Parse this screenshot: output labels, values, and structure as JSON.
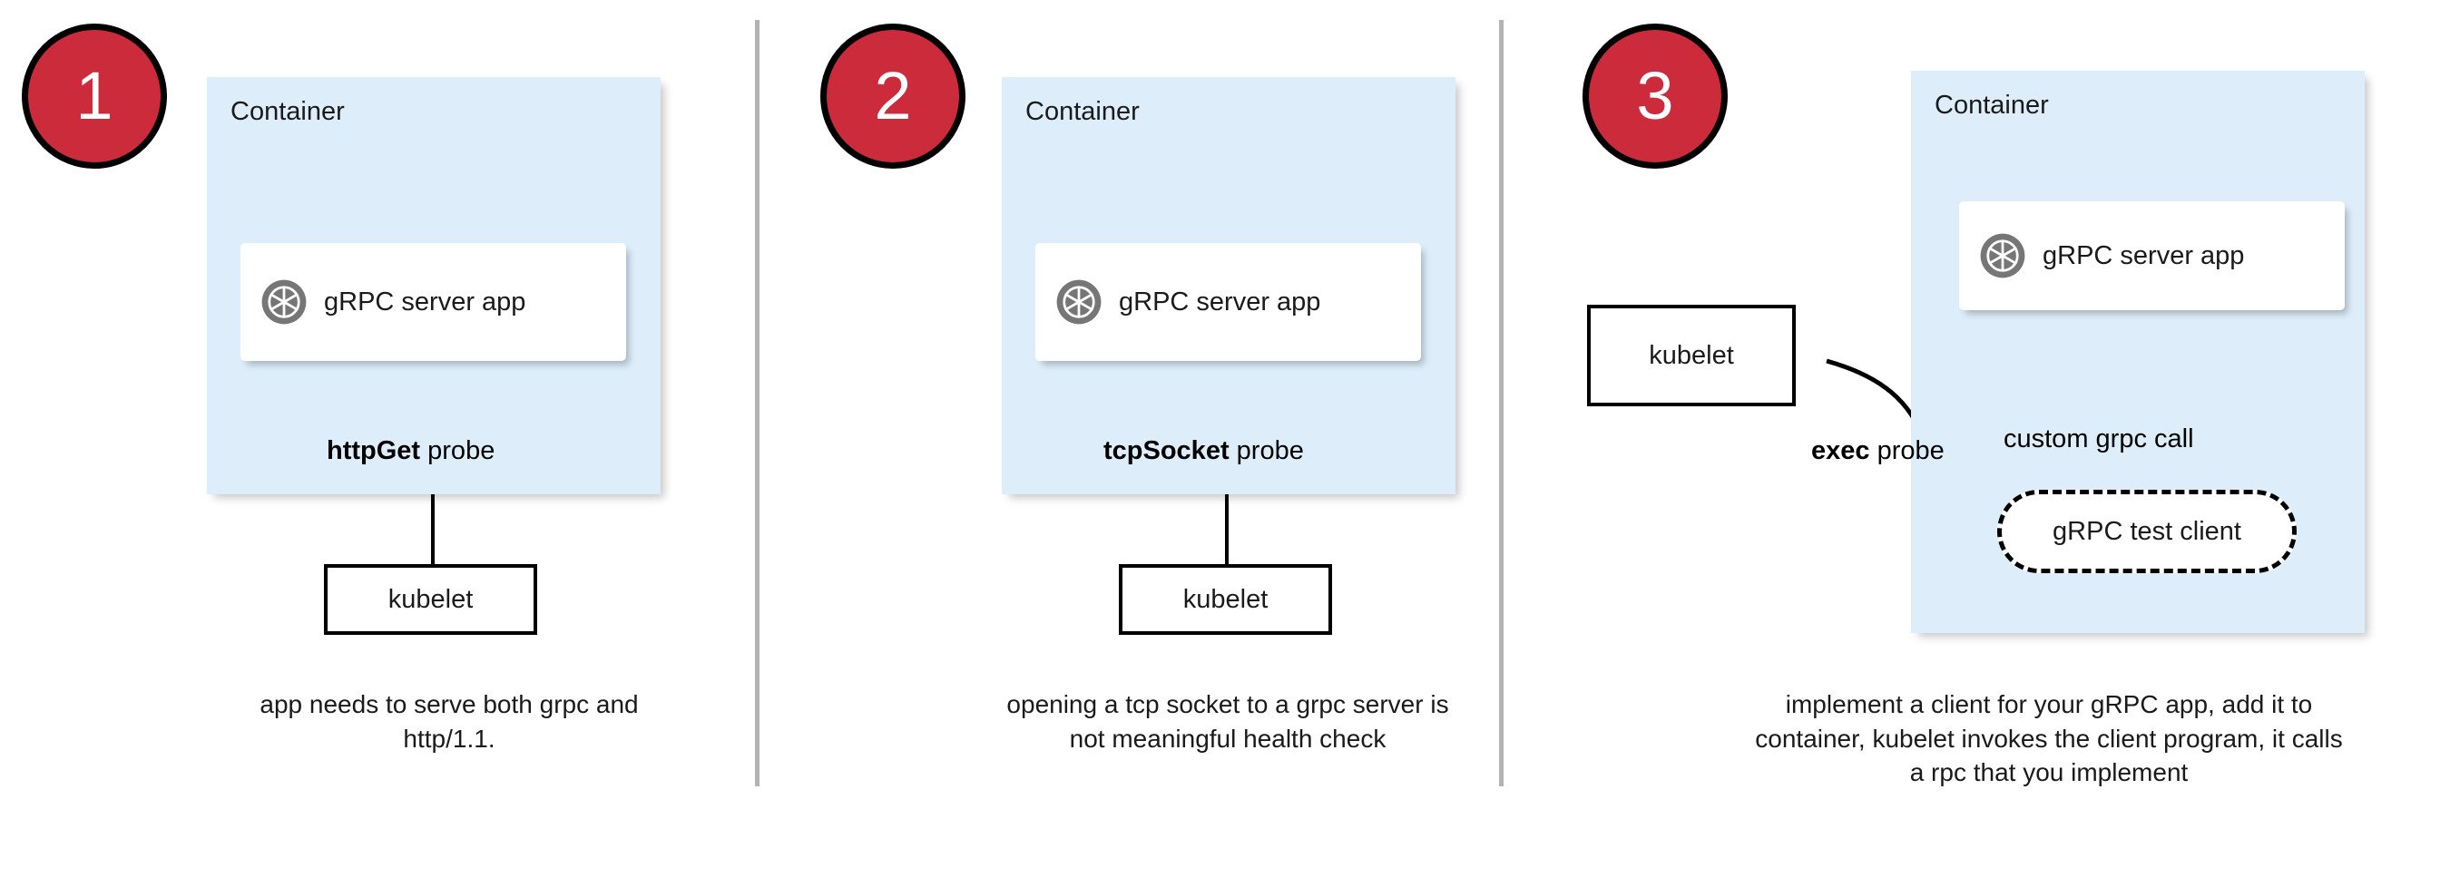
{
  "diagram": {
    "title": "Kubernetes gRPC health check probe approaches",
    "colors": {
      "badge_red": "#CC2B3C",
      "container_blue": "#DDEEFA",
      "divider_gray": "#b3b3b3",
      "icon_gray": "#767676",
      "stroke_black": "#000000",
      "card_white": "#ffffff"
    },
    "panels": [
      {
        "step_number": "1",
        "container_label": "Container",
        "app_label": "gRPC server app",
        "app_icon": "grpc-logo-icon",
        "probe_label_bold": "httpGet",
        "probe_label_rest": " probe",
        "kubelet_label": "kubelet",
        "caption": "app needs to serve both grpc and http/1.1."
      },
      {
        "step_number": "2",
        "container_label": "Container",
        "app_label": "gRPC server app",
        "app_icon": "grpc-logo-icon",
        "probe_label_bold": "tcpSocket",
        "probe_label_rest": " probe",
        "kubelet_label": "kubelet",
        "caption": "opening a tcp socket to a grpc server is not meaningful health check"
      },
      {
        "step_number": "3",
        "container_label": "Container",
        "app_label": "gRPC server app",
        "app_icon": "grpc-logo-icon",
        "probe_label_bold": "exec",
        "probe_label_rest": " probe",
        "kubelet_label": "kubelet",
        "test_client_label": "gRPC test client",
        "call_label": "custom grpc call",
        "caption": "implement a client for your gRPC app, add it to container, kubelet invokes the client program, it calls a rpc that you implement"
      }
    ]
  }
}
